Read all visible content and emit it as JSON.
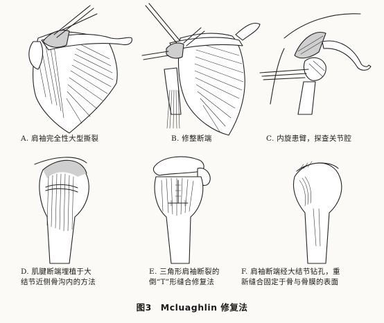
{
  "figure": {
    "caption": "图3　Mcluaghlin 修复法"
  },
  "panels": [
    {
      "id": "A",
      "caption_lines": [
        "A. 肩袖完全性大型撕裂"
      ]
    },
    {
      "id": "B",
      "caption_lines": [
        "B. 修整断端"
      ]
    },
    {
      "id": "C",
      "caption_lines": [
        "C. 内旋患臂，探查关节腔"
      ]
    },
    {
      "id": "D",
      "caption_lines": [
        "D. 肌腱断端埋植于大",
        "结节近侧骨沟内的方法"
      ]
    },
    {
      "id": "E",
      "caption_lines": [
        "E. 三角形肩袖断裂的",
        "倒“T”形缝合修复法"
      ]
    },
    {
      "id": "F",
      "caption_lines": [
        "F. 肩袖断端经大结节钻孔，重",
        "新缝合固定于骨与骨膜的表面"
      ]
    }
  ]
}
